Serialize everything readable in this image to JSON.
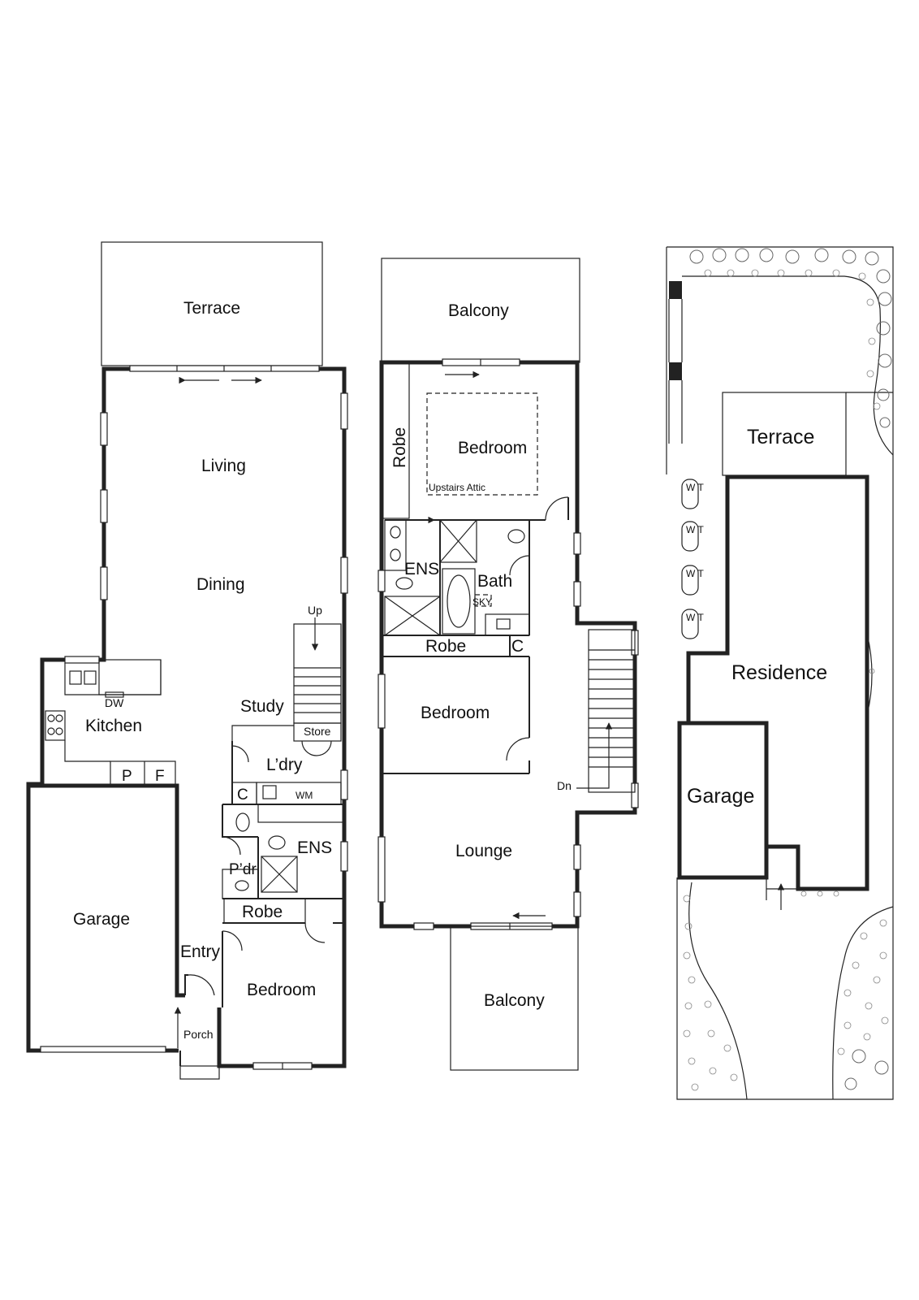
{
  "ground_floor": {
    "terrace": "Terrace",
    "living": "Living",
    "dining": "Dining",
    "up": "Up",
    "dw": "DW",
    "kitchen": "Kitchen",
    "study": "Study",
    "store": "Store",
    "laundry": "L’dry",
    "c": "C",
    "wm": "WM",
    "p": "P",
    "f": "F",
    "garage": "Garage",
    "ens": "ENS",
    "powder": "P’dr",
    "robe": "Robe",
    "entry": "Entry",
    "bedroom": "Bedroom",
    "porch": "Porch"
  },
  "first_floor": {
    "balcony_top": "Balcony",
    "robe_vertical": "Robe",
    "bedroom_main": "Bedroom",
    "attic": "Upstairs Attic",
    "ens": "ENS",
    "bath": "Bath",
    "sky": "SKY",
    "robe": "Robe",
    "c": "C",
    "bedroom_2": "Bedroom",
    "dn": "Dn",
    "lounge": "Lounge",
    "balcony_bottom": "Balcony"
  },
  "site_plan": {
    "terrace": "Terrace",
    "residence": "Residence",
    "garage": "Garage",
    "wt": [
      "W T",
      "W T",
      "W T",
      "W T"
    ]
  }
}
